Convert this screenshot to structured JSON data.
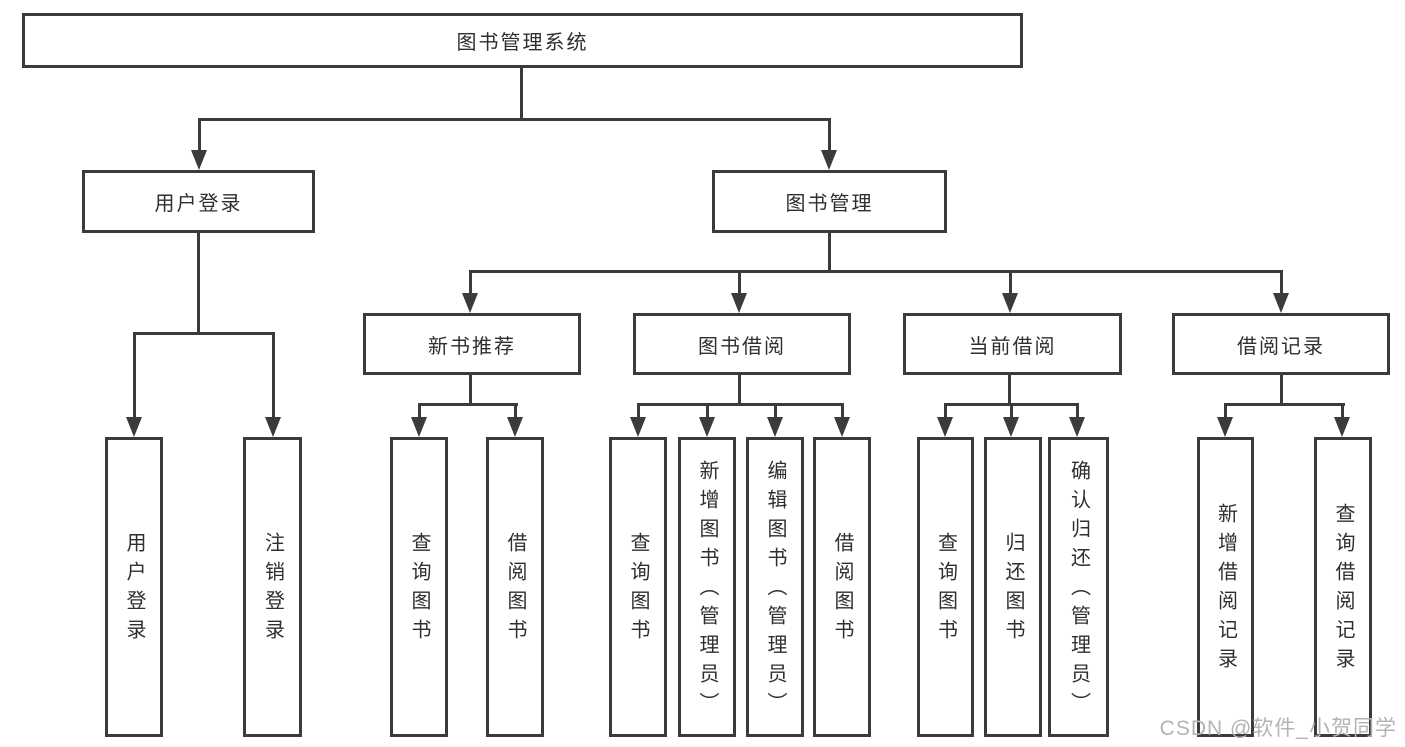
{
  "diagram": {
    "title": "图书管理系统",
    "root": {
      "label": "图书管理系统"
    },
    "level2": [
      {
        "label": "用户登录",
        "parent": "图书管理系统"
      },
      {
        "label": "图书管理",
        "parent": "图书管理系统"
      }
    ],
    "level3": [
      {
        "label": "新书推荐",
        "parent": "图书管理"
      },
      {
        "label": "图书借阅",
        "parent": "图书管理"
      },
      {
        "label": "当前借阅",
        "parent": "图书管理"
      },
      {
        "label": "借阅记录",
        "parent": "图书管理"
      }
    ],
    "leaves": [
      {
        "label": "用户登录",
        "parent": "用户登录"
      },
      {
        "label": "注销登录",
        "parent": "用户登录"
      },
      {
        "label": "查询图书",
        "parent": "新书推荐"
      },
      {
        "label": "借阅图书",
        "parent": "新书推荐"
      },
      {
        "label": "查询图书",
        "parent": "图书借阅"
      },
      {
        "label": "新增图书（管理员）",
        "parent": "图书借阅"
      },
      {
        "label": "编辑图书（管理员）",
        "parent": "图书借阅"
      },
      {
        "label": "借阅图书",
        "parent": "图书借阅"
      },
      {
        "label": "查询图书",
        "parent": "当前借阅"
      },
      {
        "label": "归还图书",
        "parent": "当前借阅"
      },
      {
        "label": "确认归还（管理员）",
        "parent": "当前借阅"
      },
      {
        "label": "新增借阅记录",
        "parent": "借阅记录"
      },
      {
        "label": "查询借阅记录",
        "parent": "借阅记录"
      }
    ]
  },
  "watermark": {
    "text": "CSDN @软件_小贺同学"
  },
  "colors": {
    "line": "#3b3b3b",
    "text": "#2f2f2f",
    "watermark": "#b3b3b3",
    "background": "#ffffff"
  }
}
